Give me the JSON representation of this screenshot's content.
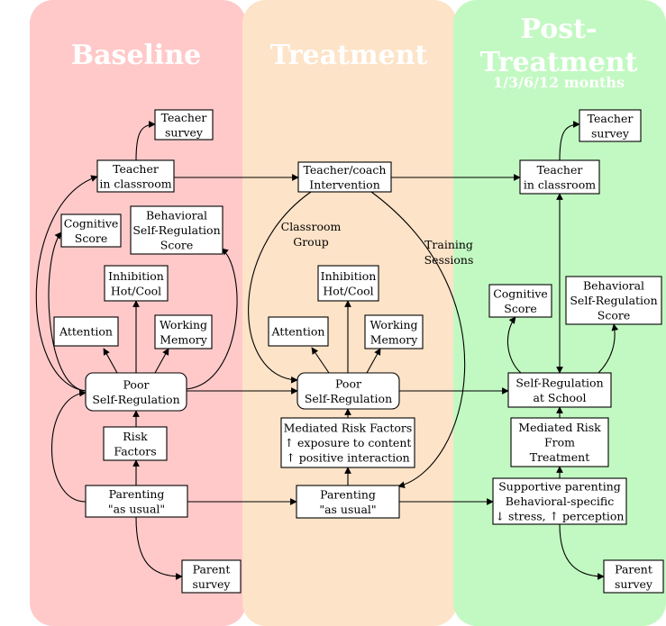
{
  "columns": {
    "baseline": {
      "title": "Baseline",
      "color": "#ffc9c9"
    },
    "treatment": {
      "title": "Treatment",
      "color": "#fde3c8"
    },
    "post": {
      "title_line1": "Post-",
      "title_line2": "Treatment",
      "subtitle": "1/3/6/12 months",
      "color": "#c2f9c2"
    }
  },
  "nodes": {
    "b_teacher_survey": {
      "lines": [
        "Teacher",
        "survey"
      ]
    },
    "b_teacher_classroom": {
      "lines": [
        "Teacher",
        "in classroom"
      ]
    },
    "b_cognitive": {
      "lines": [
        "Cognitive",
        "Score"
      ]
    },
    "b_behavioral": {
      "lines": [
        "Behavioral",
        "Self-Regulation",
        "Score"
      ]
    },
    "b_inhibition": {
      "lines": [
        "Inhibition",
        "Hot/Cool"
      ]
    },
    "b_attention": {
      "lines": [
        "Attention"
      ]
    },
    "b_working": {
      "lines": [
        "Working",
        "Memory"
      ]
    },
    "b_poor": {
      "lines": [
        "Poor",
        "Self-Regulation"
      ]
    },
    "b_risk": {
      "lines": [
        "Risk",
        "Factors"
      ]
    },
    "b_parenting": {
      "lines": [
        "Parenting",
        "\"as usual\""
      ]
    },
    "b_parent_survey": {
      "lines": [
        "Parent",
        "survey"
      ]
    },
    "t_coach": {
      "lines": [
        "Teacher/coach",
        "Intervention"
      ]
    },
    "t_inhibition": {
      "lines": [
        "Inhibition",
        "Hot/Cool"
      ]
    },
    "t_attention": {
      "lines": [
        "Attention"
      ]
    },
    "t_working": {
      "lines": [
        "Working",
        "Memory"
      ]
    },
    "t_poor": {
      "lines": [
        "Poor",
        "Self-Regulation"
      ]
    },
    "t_mediated": {
      "lines": [
        "Mediated Risk Factors",
        "↑ exposure to content",
        "↑ positive interaction"
      ]
    },
    "t_parenting": {
      "lines": [
        "Parenting",
        "\"as usual\""
      ]
    },
    "p_teacher_survey": {
      "lines": [
        "Teacher",
        "survey"
      ]
    },
    "p_teacher_classroom": {
      "lines": [
        "Teacher",
        "in classroom"
      ]
    },
    "p_cognitive": {
      "lines": [
        "Cognitive",
        "Score"
      ]
    },
    "p_behavioral": {
      "lines": [
        "Behavioral",
        "Self-Regulation",
        "Score"
      ]
    },
    "p_selfreg": {
      "lines": [
        "Self-Regulation",
        "at School"
      ]
    },
    "p_mediated": {
      "lines": [
        "Mediated Risk",
        "From",
        "Treatment"
      ]
    },
    "p_supportive": {
      "lines": [
        "Supportive parenting",
        "Behavioral-specific",
        "↓ stress, ↑ perception"
      ]
    },
    "p_parent_survey": {
      "lines": [
        "Parent",
        "survey"
      ]
    }
  },
  "edge_labels": {
    "classroom_group": [
      "Classroom",
      "Group"
    ],
    "training_sessions": [
      "Training",
      "Sessions"
    ]
  }
}
